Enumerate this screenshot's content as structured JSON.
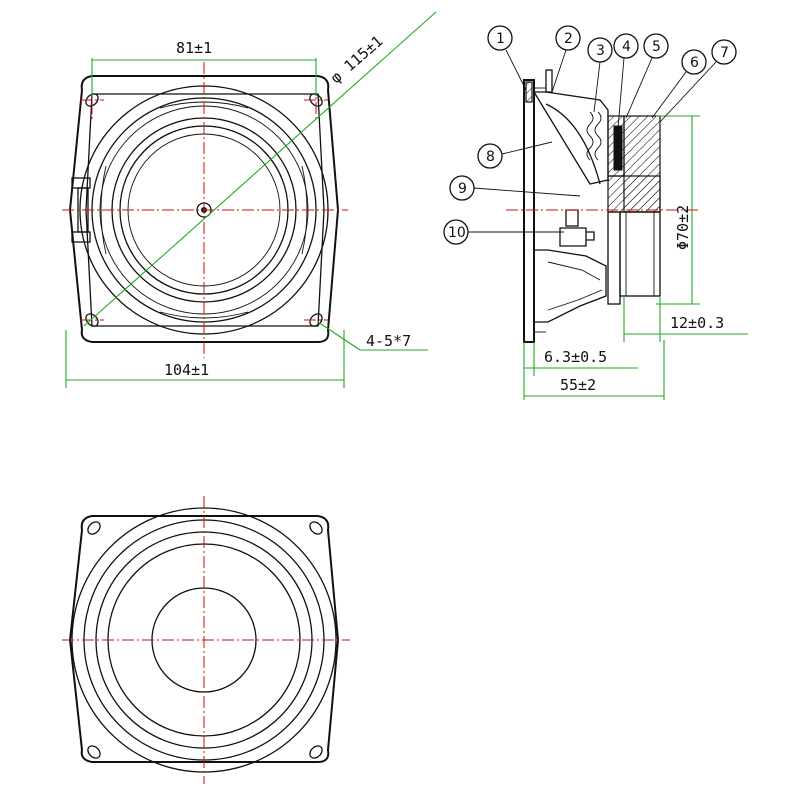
{
  "colors": {
    "outline": "#111111",
    "center_line": "#cc1111",
    "dimension": "#22aa22"
  },
  "dimensions": {
    "hole_spacing": "81±1",
    "diameter_115": "φ 115±1",
    "frame_width": "104±1",
    "mount_holes": "4-5*7",
    "magnet_diameter": "Φ70±2",
    "magnet_depth": "12±0.3",
    "flange": "6.3±0.5",
    "overall_depth": "55±2"
  },
  "balloons": [
    "1",
    "2",
    "3",
    "4",
    "5",
    "6",
    "7",
    "8",
    "9",
    "10"
  ]
}
